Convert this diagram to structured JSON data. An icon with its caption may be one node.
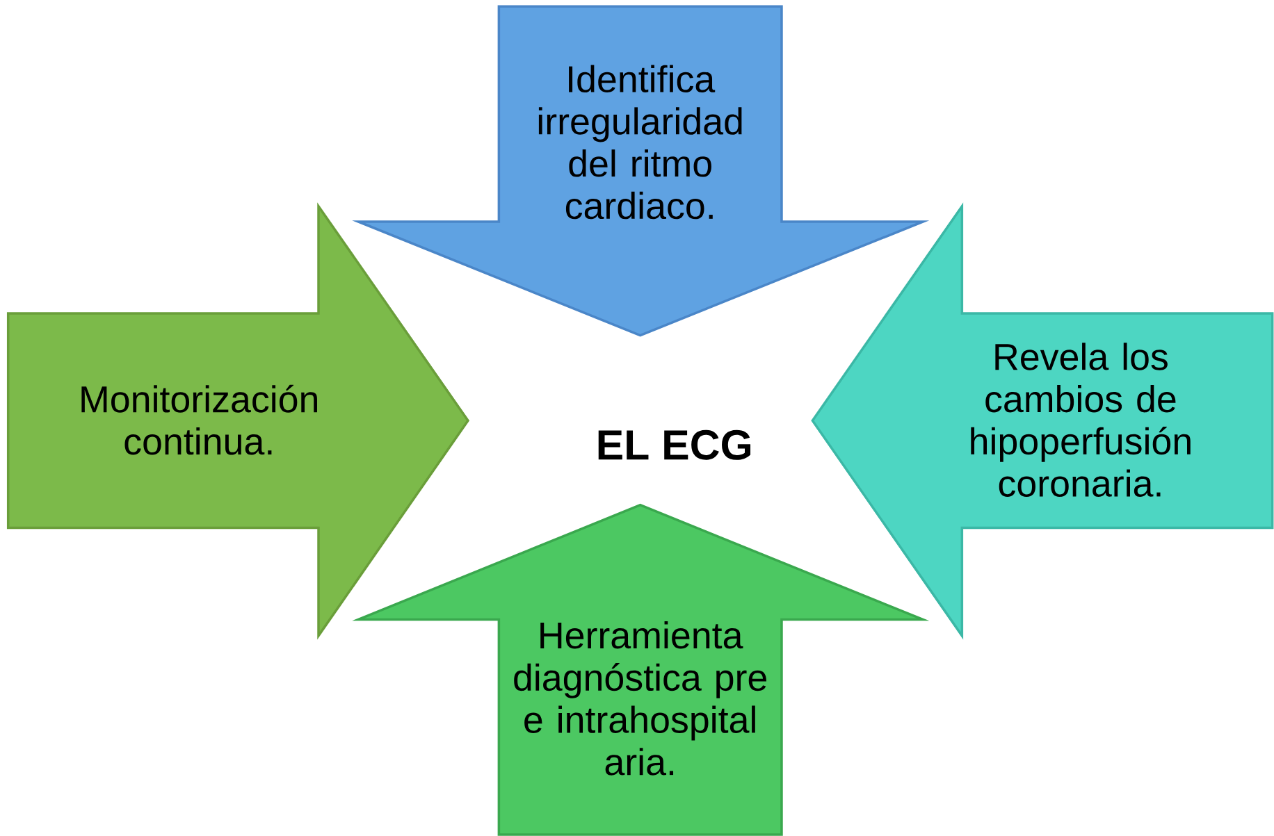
{
  "diagram": {
    "nodes": [
      {
        "text": [
          "Identifica irregularidad del ritmo cardiaco."
        ]
      },
      {
        "text": [
          "Monitorización continua."
        ]
      },
      {
        "text": [
          "EL ECG"
        ]
      },
      {
        "text": [
          "Revela los cambios de hipoperfusión coronaria."
        ]
      },
      {
        "text": [
          "Herramienta diagnóstica pre e intrahospital aria."
        ]
      }
    ]
  }
}
